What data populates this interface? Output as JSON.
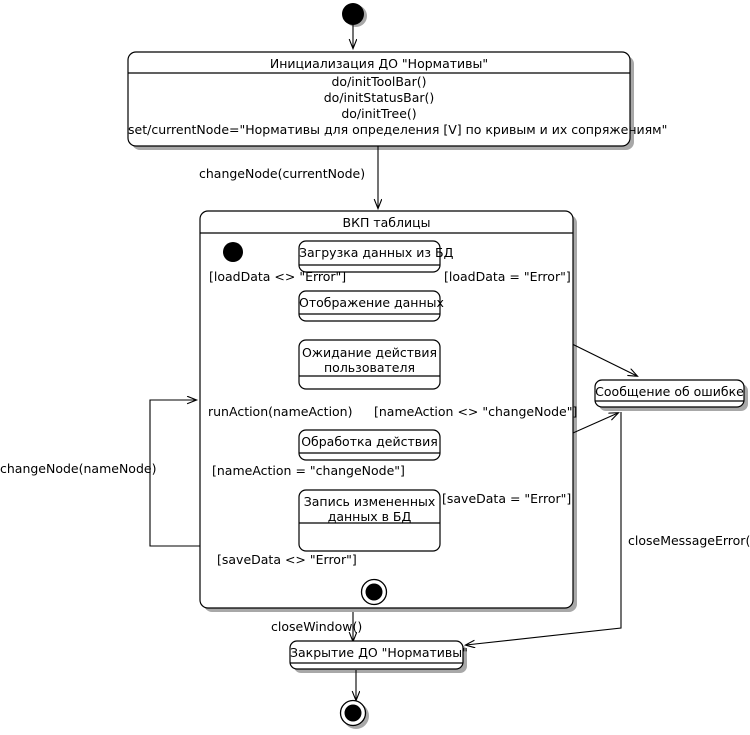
{
  "diagram": {
    "type": "uml-state-machine",
    "language": "ru",
    "colors": {
      "line": "#000000",
      "fill": "#ffffff",
      "shadow": "#a0a0a0",
      "text": "#000000"
    }
  },
  "nodes": {
    "start": {
      "name": "initial-state",
      "label": ""
    },
    "init_state": {
      "title": "Инициализация ДО \"Нормативы\"",
      "actions": [
        "do/initToolBar()",
        "do/initStatusBar()",
        "do/initTree()",
        "set/currentNode=\"Нормативы для определения [V] по кривым и их сопряжениям\""
      ]
    },
    "composite": {
      "title": "ВКП таблицы"
    },
    "inner_start": {
      "name": "inner-initial-state",
      "label": ""
    },
    "load_data": {
      "title": "Загрузка данных из БД"
    },
    "show_data": {
      "title": "Отображение данных"
    },
    "wait_action": {
      "title": "Ожидание действия\nпользователя"
    },
    "process_action": {
      "title": "Обработка действия"
    },
    "save_data": {
      "title": "Запись измененных\nданных в БД"
    },
    "inner_final": {
      "name": "inner-final-state",
      "label": ""
    },
    "error_message": {
      "title": "Сообщение об ошибке"
    },
    "close_state": {
      "title": "Закрытие ДО \"Нормативы\""
    },
    "final": {
      "name": "final-state",
      "label": ""
    }
  },
  "transitions": {
    "t_change_node_current": "changeNode(currentNode)",
    "t_load_ok": "[loadData <> \"Error\"]",
    "t_load_err": "[loadData = \"Error\"]",
    "t_run_action": "runAction(nameAction)",
    "t_name_action_ne": "[nameAction <> \"changeNode\"]",
    "t_name_action_eq": "[nameAction = \"changeNode\"]",
    "t_save_err": "[saveData = \"Error\"]",
    "t_save_ok": "[saveData <> \"Error\"]",
    "t_change_node_name": "changeNode(nameNode)",
    "t_close_window": "closeWindow()",
    "t_close_message_error": "closeMessageError()"
  }
}
